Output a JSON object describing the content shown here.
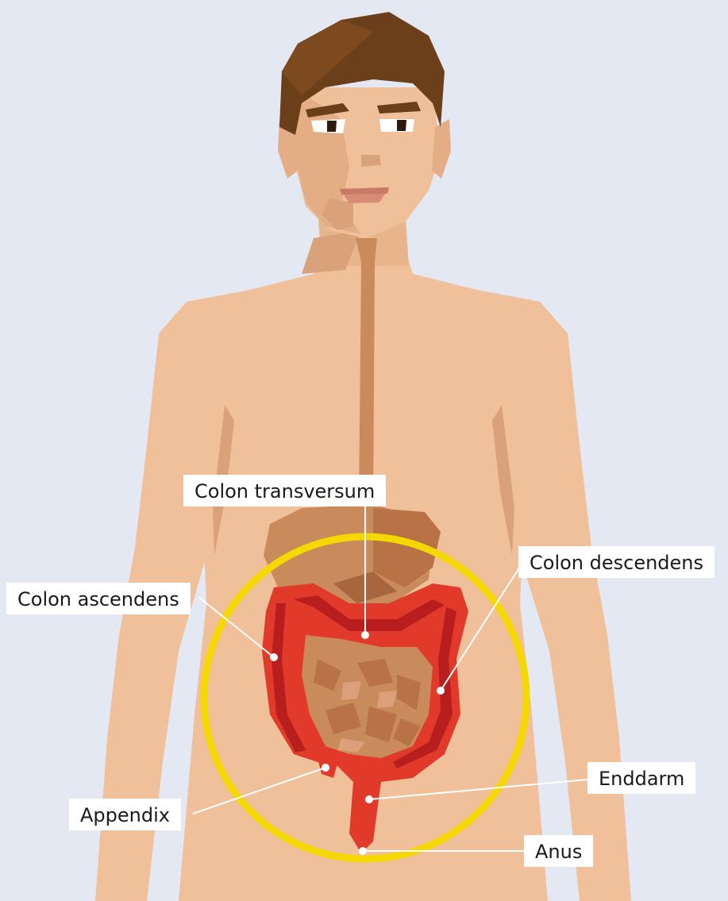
{
  "labels": {
    "colon_transversum": "Colon transversum",
    "colon_descendens": "Colon descendens",
    "colon_ascendens": "Colon ascendens",
    "enddarm": "Enddarm",
    "appendix": "Appendix",
    "anus": "Anus"
  },
  "colors": {
    "background": "#e4e8f3",
    "skin": "#f0c09a",
    "skin_shadow": "#d9a27a",
    "hair": "#6b3f1a",
    "organ": "#c98a5c",
    "intestine": "#e23a2a",
    "intestine_dark": "#b81e1e",
    "highlight_ring": "#f5d800",
    "label_bg": "#ffffff",
    "leader_line": "#ffffff"
  }
}
